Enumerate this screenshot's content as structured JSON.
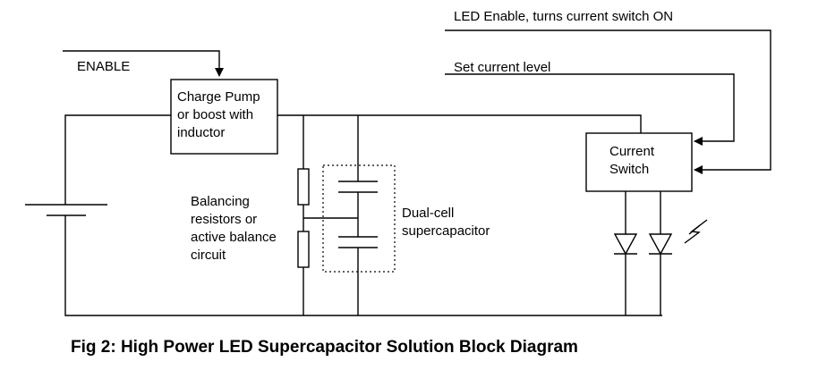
{
  "diagram": {
    "labels": {
      "enable": "ENABLE",
      "led_enable": "LED Enable, turns current switch ON",
      "set_current": "Set current level",
      "charge_pump": [
        "Charge Pump",
        "or boost with",
        "inductor"
      ],
      "current_switch": [
        "Current",
        "Switch"
      ],
      "balancing": [
        "Balancing",
        "resistors or",
        "active balance",
        "circuit"
      ],
      "supercap": [
        "Dual-cell",
        "supercapacitor"
      ]
    },
    "caption": "Fig 2: High Power LED Supercapacitor Solution Block Diagram"
  }
}
